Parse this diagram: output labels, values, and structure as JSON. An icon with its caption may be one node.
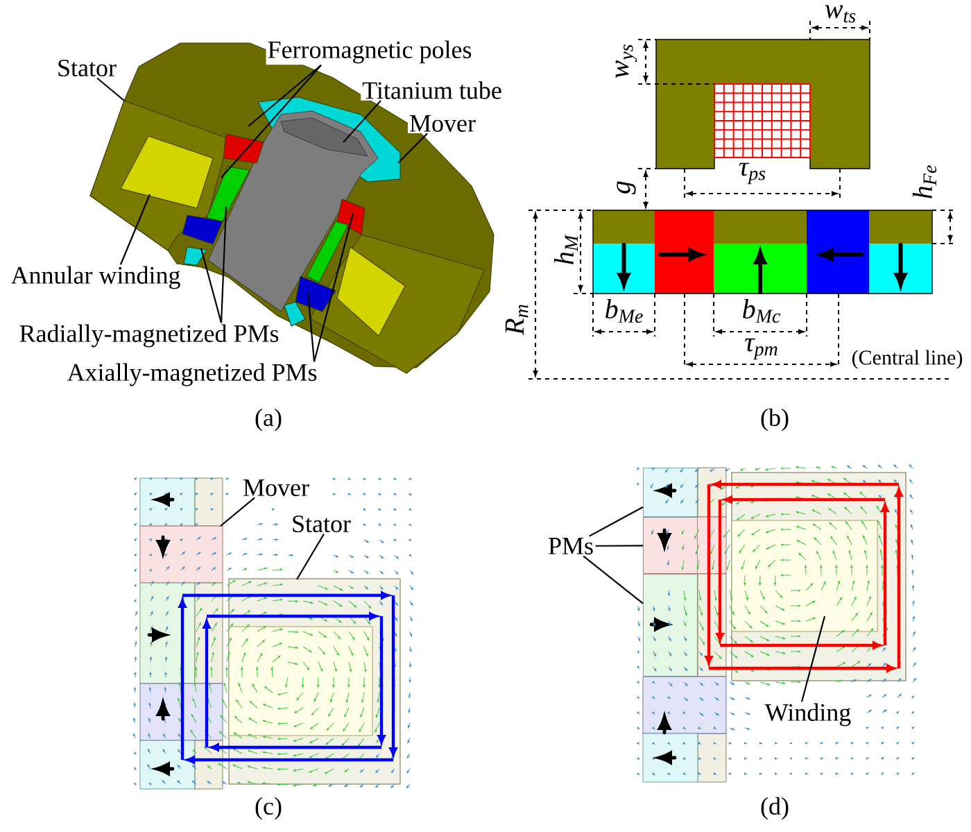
{
  "diagram": {
    "nodes": [
      {
        "text": [
          "Stator"
        ]
      },
      {
        "text": [
          "Ferromagnetic poles"
        ]
      },
      {
        "text": [
          "Titanium tube"
        ]
      },
      {
        "text": [
          "Mover"
        ]
      },
      {
        "text": [
          "Annular winding"
        ]
      },
      {
        "text": [
          "Radially-magnetized PMs"
        ]
      },
      {
        "text": [
          "Axially-magnetized PMs"
        ]
      },
      {
        "text": [
          "Mover"
        ]
      },
      {
        "text": [
          "Stator"
        ]
      },
      {
        "text": [
          "PMs"
        ]
      },
      {
        "text": [
          "Winding"
        ]
      },
      {
        "text": [],
        "shape": "box"
      },
      {
        "text": [],
        "shape": "box"
      },
      {
        "text": [],
        "shape": "box"
      }
    ],
    "edges": [
      {
        "from": 0,
        "to": null,
        "arrow": "none"
      },
      {
        "from": 1,
        "to": null,
        "arrow": "none"
      },
      {
        "from": 1,
        "to": null,
        "arrow": "none"
      },
      {
        "from": 2,
        "to": null,
        "arrow": "none"
      },
      {
        "from": 3,
        "to": null,
        "arrow": "none"
      },
      {
        "from": 4,
        "to": null,
        "arrow": "none"
      },
      {
        "from": 5,
        "to": null,
        "arrow": "none"
      },
      {
        "from": 5,
        "to": null,
        "arrow": "none"
      },
      {
        "from": 6,
        "to": null,
        "arrow": "none"
      },
      {
        "from": 6,
        "to": null,
        "arrow": "none"
      },
      {
        "from": 7,
        "to": null,
        "arrow": "none"
      },
      {
        "from": 8,
        "to": null,
        "arrow": "none"
      },
      {
        "from": 9,
        "to": 11,
        "arrow": "none"
      },
      {
        "from": 9,
        "to": 12,
        "arrow": "none"
      },
      {
        "from": 9,
        "to": 13,
        "arrow": "none"
      },
      {
        "from": 10,
        "to": null,
        "arrow": "none"
      }
    ],
    "labels": [
      "(a)",
      "w$_{ts}$",
      "w$_{ys}$",
      "τ$_{ps}$",
      "g",
      "h$_{Fe}$",
      "h$_{M}$",
      "R$_{m}$",
      "b$_{Me}$",
      "b$_{Mc}$",
      "τ$_{pm}$",
      "(Central line)",
      "(b)",
      "(c)",
      "(d)"
    ]
  }
}
